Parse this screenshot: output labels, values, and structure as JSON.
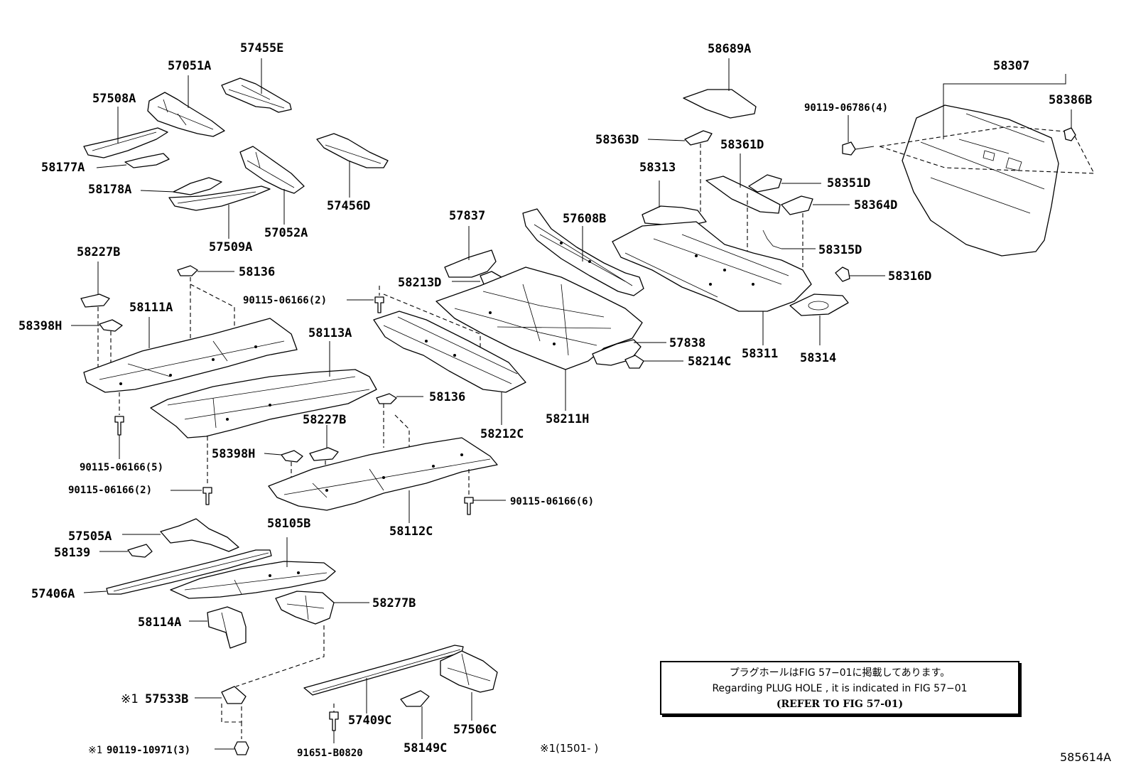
{
  "labels": {
    "p57455E": "57455E",
    "p57051A": "57051A",
    "p57508A": "57508A",
    "p58177A": "58177A",
    "p58178A": "58178A",
    "p57456D": "57456D",
    "p57052A": "57052A",
    "p57509A": "57509A",
    "p58689A": "58689A",
    "p58307": "58307",
    "p58386B": "58386B",
    "p90119_06786": "90119-06786(4)",
    "p58363D": "58363D",
    "p58361D": "58361D",
    "p58313": "58313",
    "p58351D": "58351D",
    "p58364D": "58364D",
    "p58315D": "58315D",
    "p58316D": "58316D",
    "p57837": "57837",
    "p57608B": "57608B",
    "p58213D": "58213D",
    "p58227B_a": "58227B",
    "p58136_a": "58136",
    "p90115_06166_2a": "90115-06166(2)",
    "p58111A": "58111A",
    "p58398H_a": "58398H",
    "p58113A": "58113A",
    "p57838": "57838",
    "p58214C": "58214C",
    "p58311": "58311",
    "p58314": "58314",
    "p58136_b": "58136",
    "p58227B_b": "58227B",
    "p58212C": "58212C",
    "p58211H": "58211H",
    "p90115_06166_5": "90115-06166(5)",
    "p58398H_b": "58398H",
    "p90115_06166_2b": "90115-06166(2)",
    "p90115_06166_6": "90115-06166(6)",
    "p57505A": "57505A",
    "p58105B": "58105B",
    "p58139": "58139",
    "p58112C": "58112C",
    "p57406A": "57406A",
    "p58277B": "58277B",
    "p58114A": "58114A",
    "p57533B": "57533B",
    "p57409C": "57409C",
    "p57506C": "57506C",
    "p58149C": "58149C",
    "p90119_10971": "90119-10971(3)",
    "p91651_B0820": "91651-B0820"
  },
  "marks": {
    "m57533B": "※1",
    "m90119_10971": "※1"
  },
  "note": {
    "line_jp": "プラグホールはFIG 57−01に掲載してあります。",
    "line_en": "Regarding  PLUG  HOLE , it is indicated in  FIG  57−01",
    "line_ref": "(REFER TO FIG 57-01)"
  },
  "footnote": "※1(1501-      )",
  "figure_id": "585614A"
}
